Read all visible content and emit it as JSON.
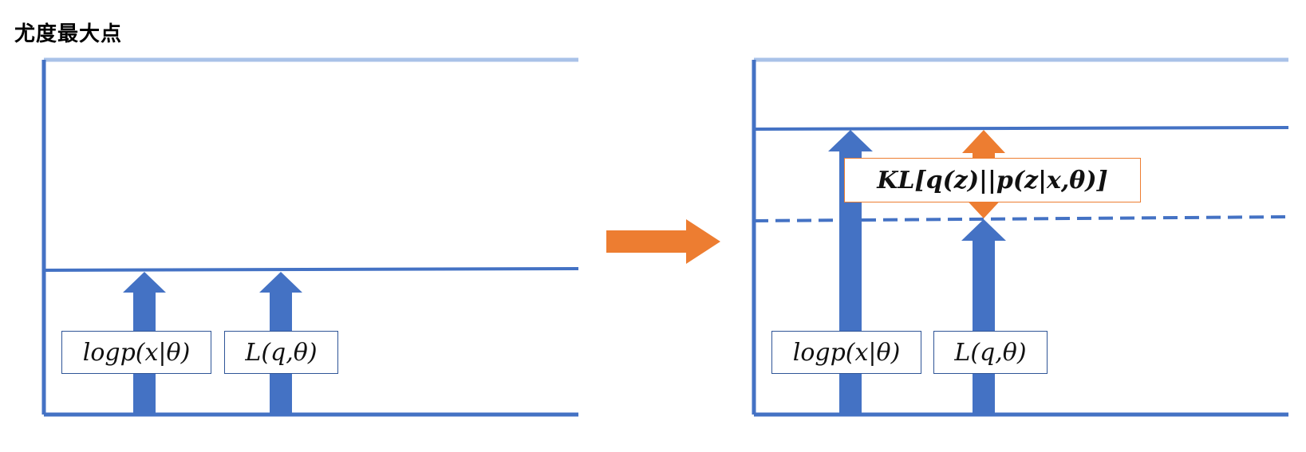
{
  "title": "尤度最大点",
  "colors": {
    "axis": "#4472C4",
    "top_line": "#A9C2E8",
    "arrow": "#4472C4",
    "transition_arrow": "#ED7D31",
    "kl_arrow": "#ED7D31",
    "box_border": "#2F5597",
    "kl_border": "#ED7D31"
  },
  "left_panel": {
    "log_likelihood_label": "logp(x|θ)",
    "lower_bound_label": "L(q,θ)"
  },
  "transition": {
    "icon": "right-arrow-icon"
  },
  "right_panel": {
    "log_likelihood_label": "logp(x|θ)",
    "lower_bound_label": "L(q,θ)",
    "kl_label": "KL[q(z)||p(z|x,θ)]"
  }
}
